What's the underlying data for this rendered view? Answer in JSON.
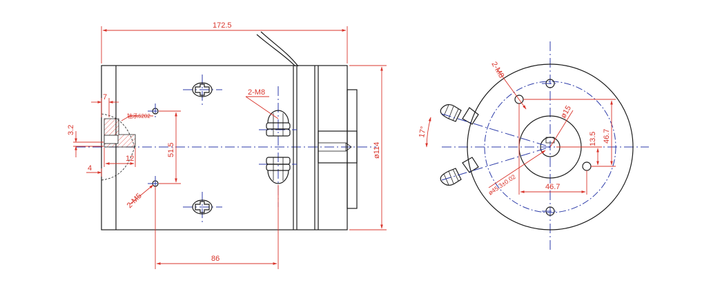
{
  "colors": {
    "dimension": "#d9342b",
    "centerline": "#2b3aa8",
    "outline": "#1a1a1a",
    "hatch": "#d9342b"
  },
  "side_view": {
    "overall_length": "172.5",
    "hole_spacing": "86",
    "vertical_spacing": "51.5",
    "diameter": "ø114",
    "stud_label": "2-M8",
    "screw_label": "2-M5",
    "bearing_label": "轴承6202",
    "dim_7": "7",
    "dim_3_2": "3.2",
    "dim_12": "12",
    "dim_4": "4"
  },
  "end_view": {
    "angle": "17°",
    "hole_label": "2-M8",
    "shaft_dia": "ø15",
    "pitch_circle": "ø45.3±0.02",
    "horizontal_spacing": "46.7",
    "vertical_offset": "13.5",
    "vertical_spacing": "46.7"
  }
}
